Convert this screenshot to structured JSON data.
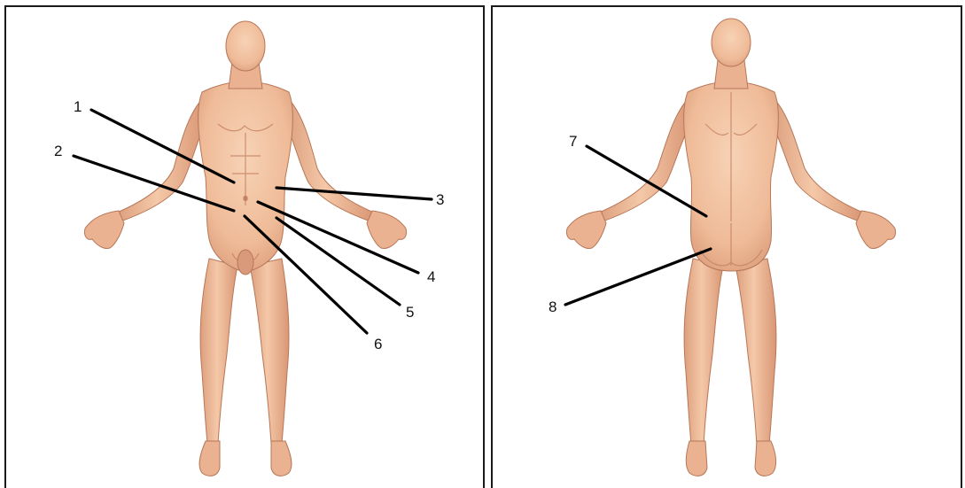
{
  "colors": {
    "skin": "#f2c3a3",
    "skin_shade": "#d99a78",
    "skin_dark": "#c4805f",
    "outline": "#b77758",
    "border": "#1a1a1a",
    "leader": "#000000"
  },
  "front_view": {
    "labels": [
      "1",
      "2",
      "3",
      "4",
      "5",
      "6"
    ]
  },
  "back_view": {
    "labels": [
      "7",
      "8"
    ]
  }
}
